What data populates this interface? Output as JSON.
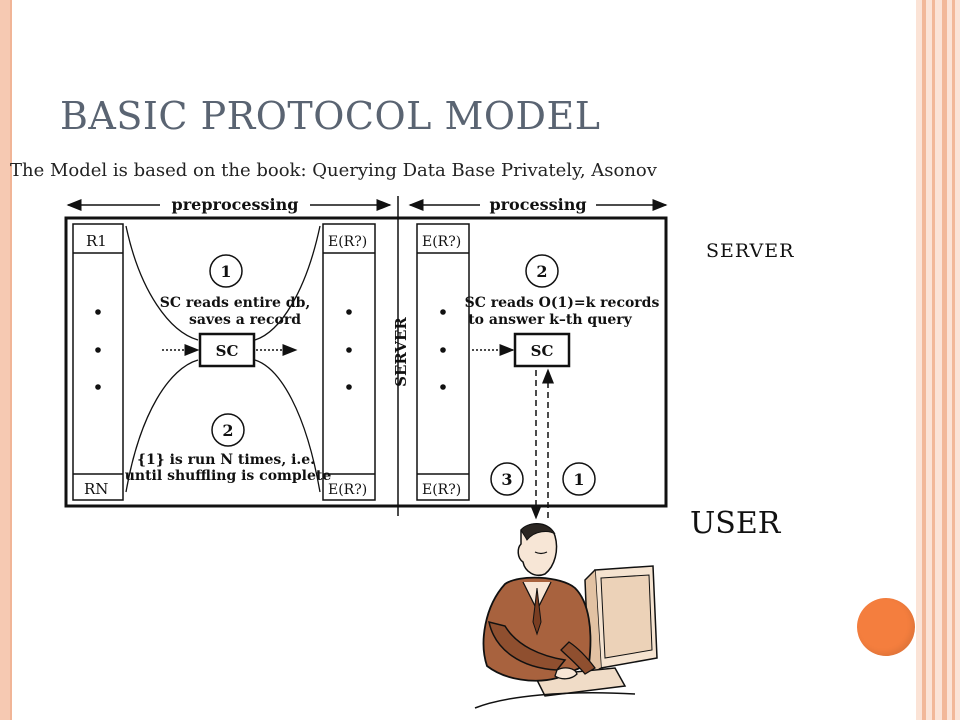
{
  "slide": {
    "title": "BASIC PROTOCOL MODEL",
    "subtitle": "The Model is based on the book: Querying Data Base Privately, Asonov",
    "server_label": "SERVER",
    "user_label": "USER"
  },
  "diagram": {
    "phase_left": "preprocessing",
    "phase_right": "processing",
    "server_vertical": "SERVER",
    "db_first": "R1",
    "db_last": "RN",
    "enc_record": "E(R?)",
    "step1_num": "1",
    "step1_text_line1": "SC reads entire db,",
    "step1_text_line2": "saves a record",
    "step2_num": "2",
    "step2_text_line1": "{1} is run N times, i.e.",
    "step2_text_line2": "until shuffling is complete",
    "sc_label": "SC",
    "proc_step_num": "2",
    "proc_text_line1": "SC reads O(1)=k records",
    "proc_text_line2": "to answer k–th query",
    "bottom_num_left": "3",
    "bottom_num_right": "1"
  },
  "colors": {
    "accent": "#f47e3e",
    "edge": "#f6c9b2",
    "title": "#5a6472"
  },
  "icons": {
    "user": "user-at-computer-icon"
  }
}
